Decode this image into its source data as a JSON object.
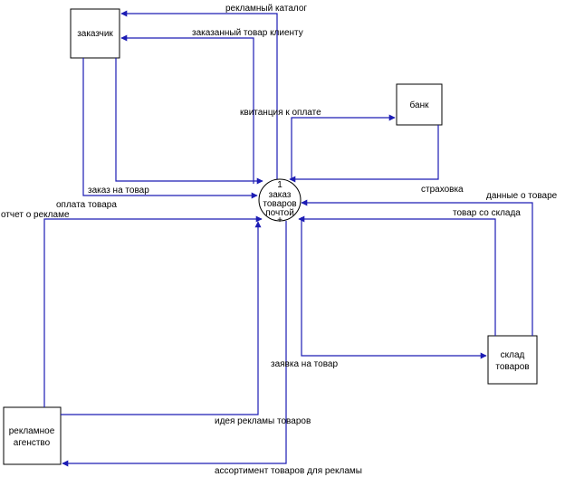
{
  "diagram": {
    "colors": {
      "line": "#1c1cb4",
      "box_stroke": "#000000",
      "background": "#ffffff",
      "text": "#000000"
    },
    "process": {
      "number": "1",
      "line1": "заказ",
      "line2": "товаров",
      "line3": "почтой",
      "marker": "+"
    },
    "entities": {
      "customer": "заказчик",
      "bank": "банк",
      "warehouse_line1": "склад",
      "warehouse_line2": "товаров",
      "agency_line1": "рекламное",
      "agency_line2": "агенство"
    },
    "flows": {
      "catalog": "рекламный каталог",
      "ordered_goods": "заказанный товар клиенту",
      "payment_receipt": "квитанция к оплате",
      "insurance": "страховка",
      "order_goods": "заказ на товар",
      "payment": "оплата товара",
      "ad_report": "отчет о рекламе",
      "goods_data": "данные о товаре",
      "stock_goods": "товар со склада",
      "goods_request": "заявка на товар",
      "ad_idea": "идея рекламы товаров",
      "ad_assortment": "ассортимент товаров для рекламы"
    }
  }
}
